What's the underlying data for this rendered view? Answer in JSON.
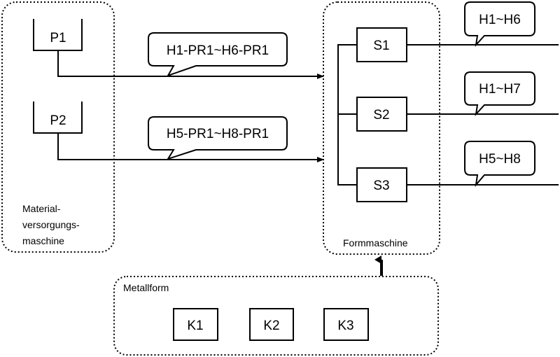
{
  "groups": {
    "supply": {
      "label_lines": [
        "Material-",
        "versorgungs-",
        "maschine"
      ]
    },
    "forming": {
      "label": "Formmaschine"
    },
    "mold": {
      "label": "Metallform"
    }
  },
  "tanks": [
    {
      "label": "P1",
      "callout": "H1-PR1~H6-PR1"
    },
    {
      "label": "P2",
      "callout": "H5-PR1~H8-PR1"
    }
  ],
  "stations": [
    {
      "label": "S1",
      "callout": "H1~H6"
    },
    {
      "label": "S2",
      "callout": "H1~H7"
    },
    {
      "label": "S3",
      "callout": "H5~H8"
    }
  ],
  "molds": [
    {
      "label": "K1"
    },
    {
      "label": "K2"
    },
    {
      "label": "K3"
    }
  ]
}
